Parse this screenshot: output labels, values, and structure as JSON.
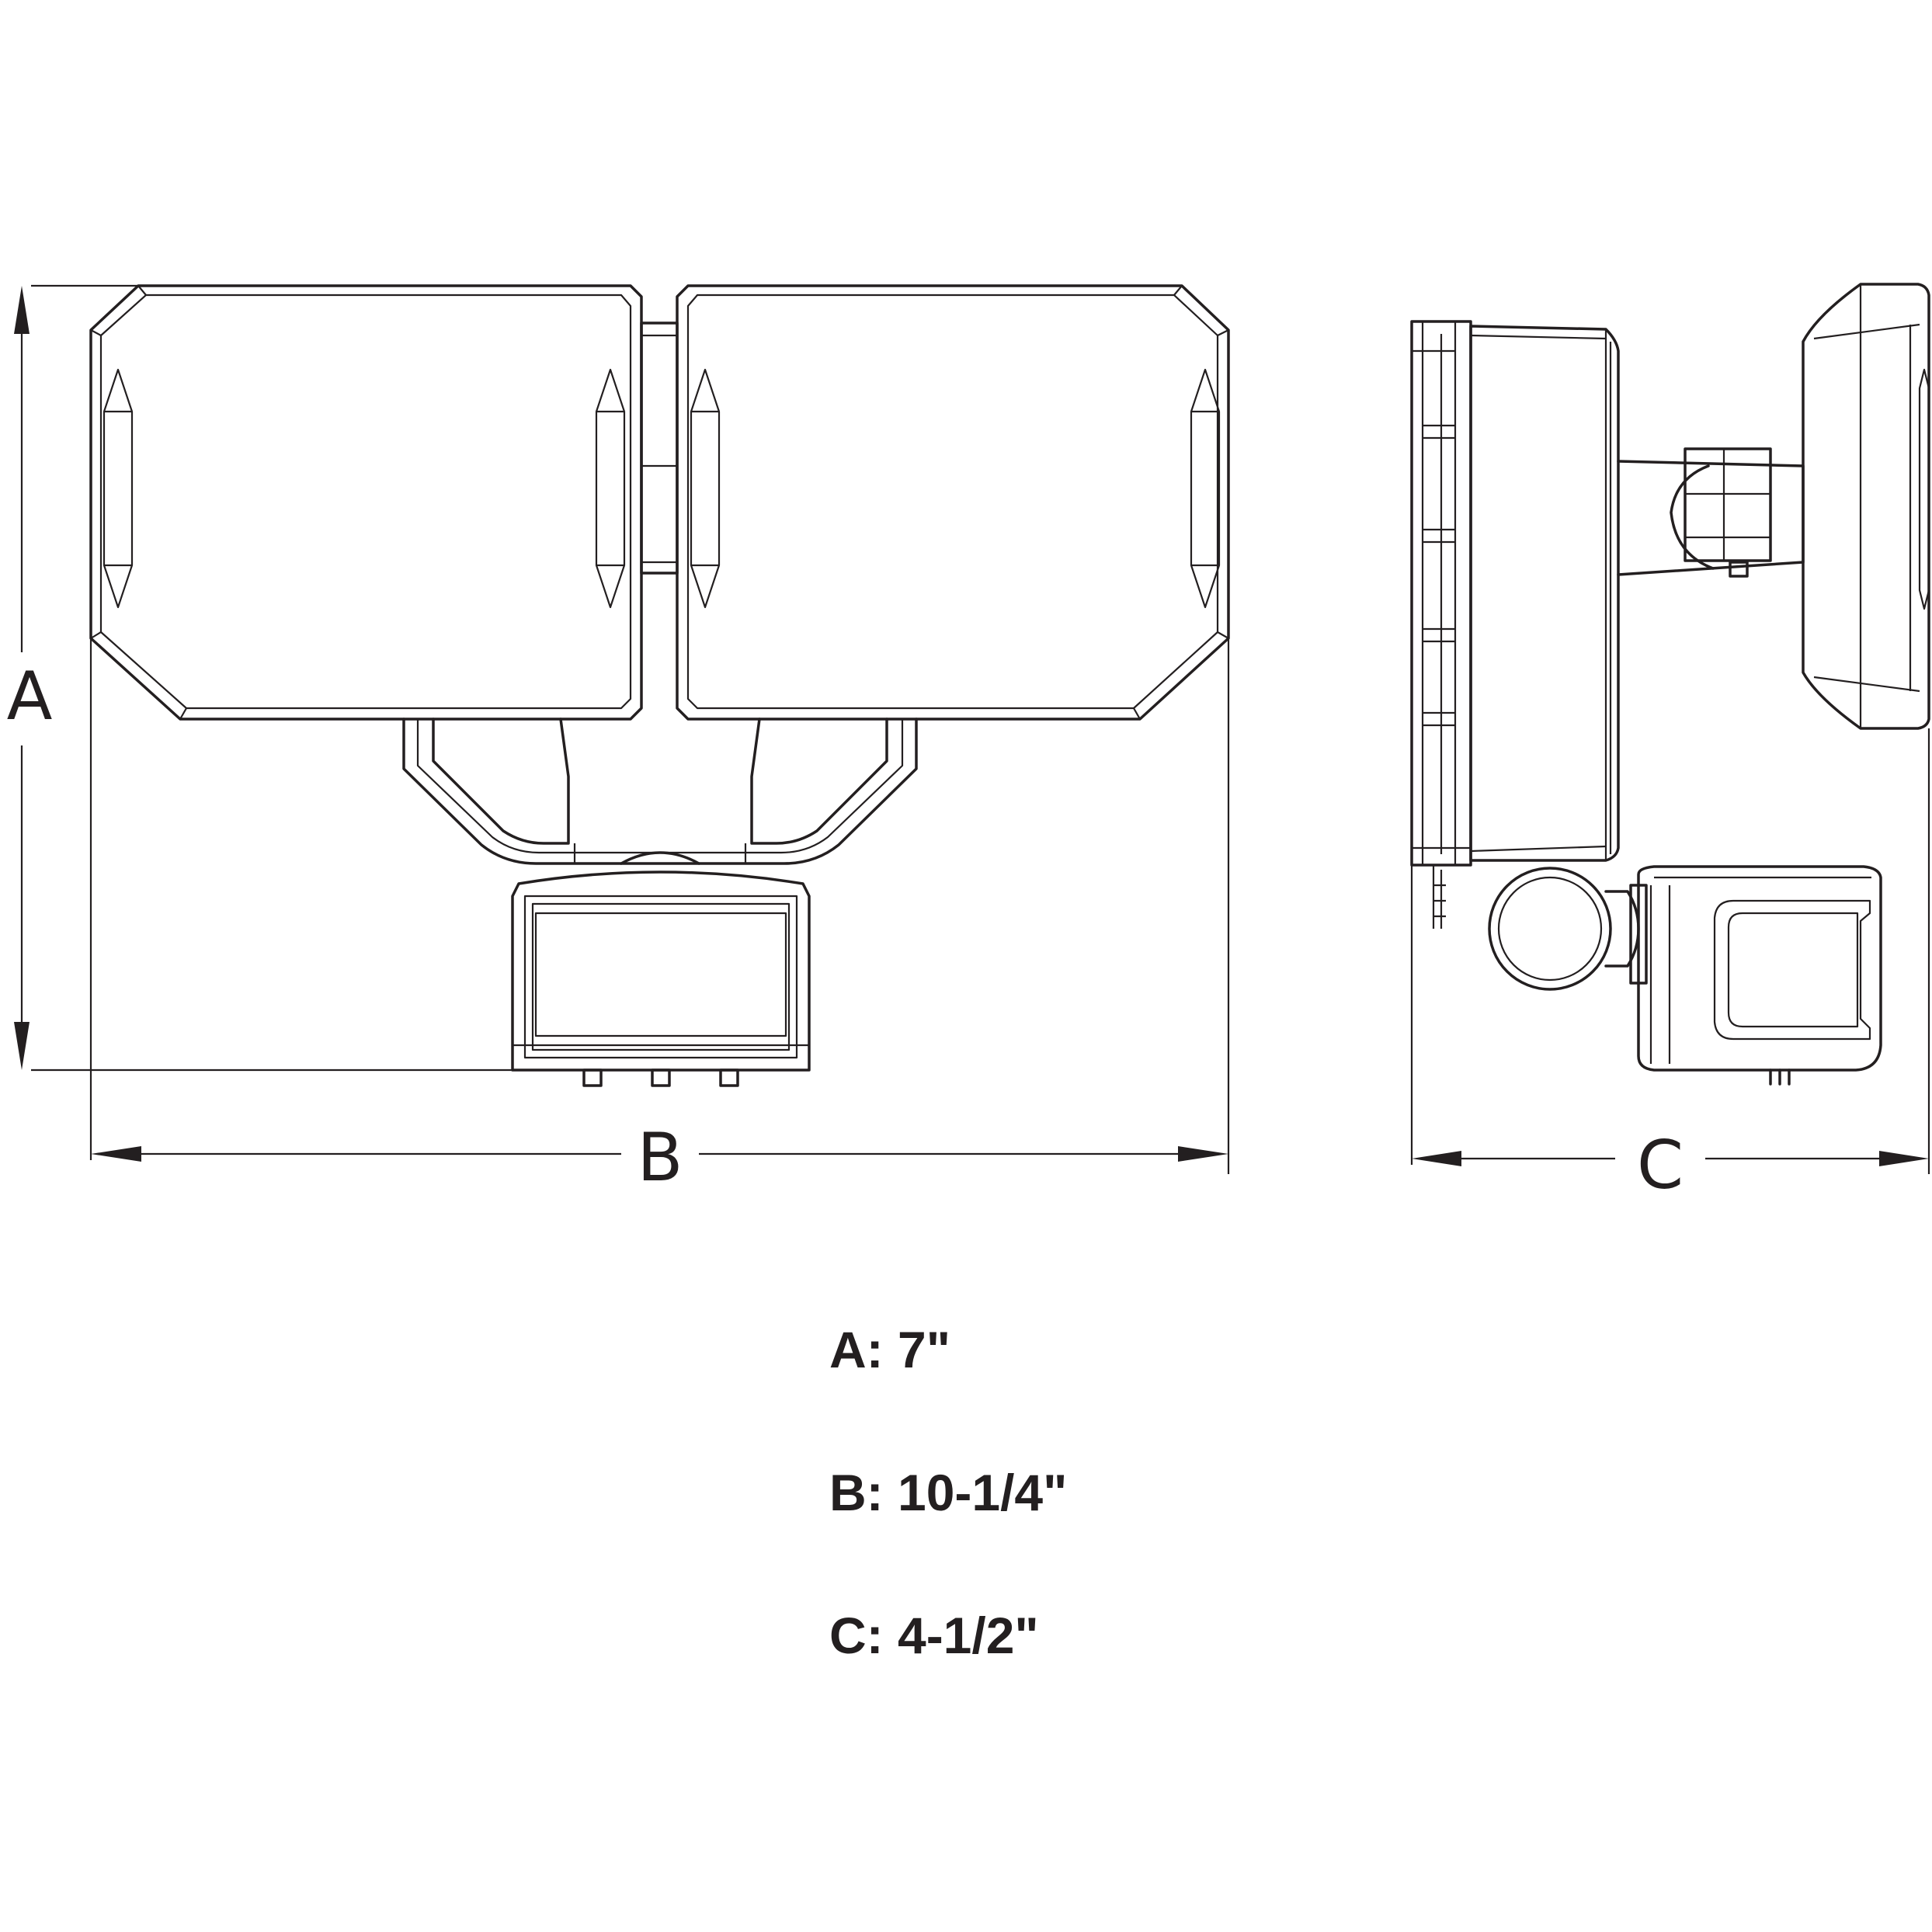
{
  "dimension_labels": {
    "a": "A",
    "b": "B",
    "c": "C"
  },
  "specs": [
    {
      "label": "A:",
      "value": "7\""
    },
    {
      "label": "B:",
      "value": "10-1/4\""
    },
    {
      "label": "C:",
      "value": "4-1/2\""
    }
  ],
  "line_color": "#231f20"
}
